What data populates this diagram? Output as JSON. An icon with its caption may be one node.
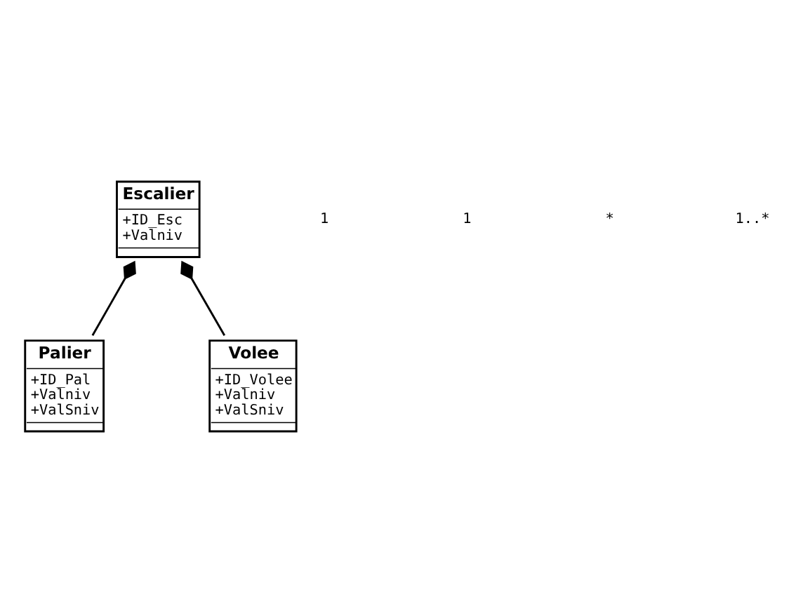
{
  "diagram": {
    "nodes": [
      {
        "text": [
          "Escalier",
          "+ID_Esc",
          "+Valniv"
        ]
      },
      {
        "text": [
          "Palier",
          "+ID_Pal",
          "+Valniv",
          "+ValSniv"
        ]
      },
      {
        "text": [
          "Volee",
          "+ID_Volee",
          "+Valniv",
          "+ValSniv"
        ]
      }
    ],
    "edges": [
      {
        "from": 0,
        "to": 1,
        "arrow": "other"
      },
      {
        "from": 0,
        "to": 2,
        "arrow": "other"
      }
    ],
    "labels": [
      "1",
      "1",
      "*",
      "1..*"
    ]
  }
}
